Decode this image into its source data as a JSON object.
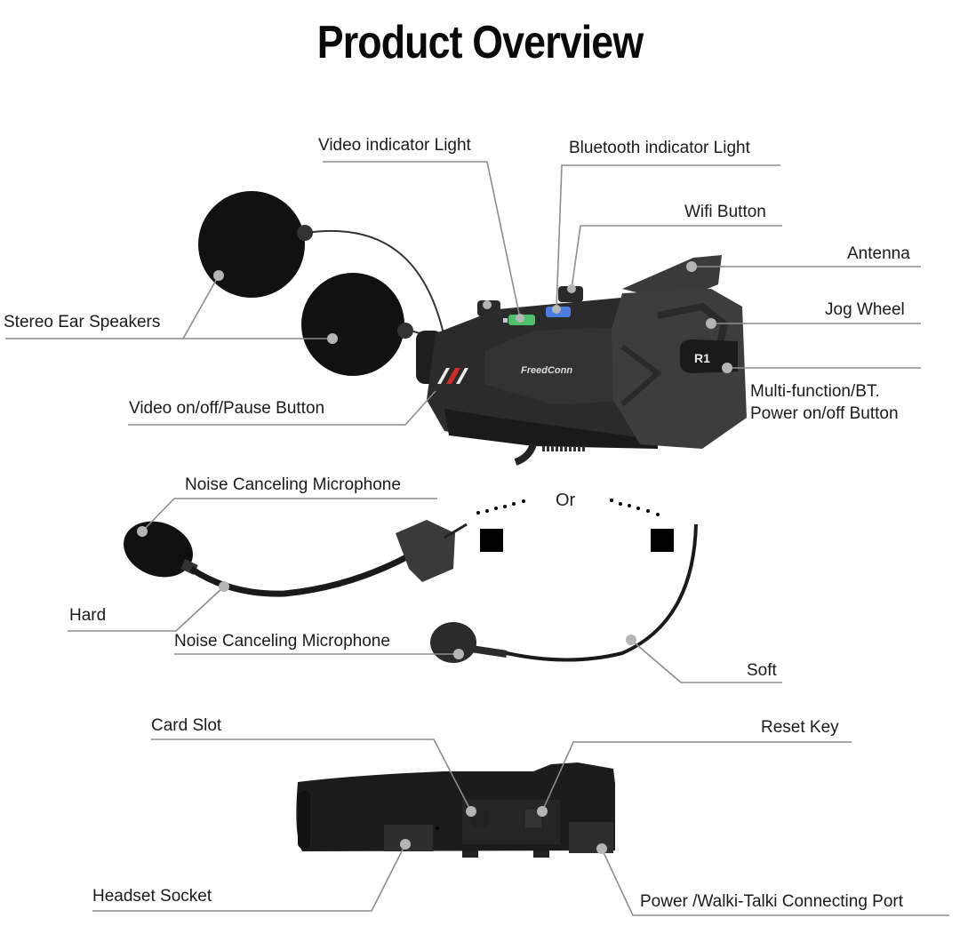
{
  "title": "Product Overview",
  "brand_logo_text": "FreedConn",
  "jog_button_text": "R1",
  "or_text": "Or",
  "labels": {
    "video_indicator_light": "Video indicator Light",
    "bluetooth_indicator_light": "Bluetooth indicator Light",
    "wifi_button": "Wifi Button",
    "antenna": "Antenna",
    "jog_wheel": "Jog Wheel",
    "multi_function_line1": "Multi-function/BT.",
    "multi_function_line2": "Power on/off Button",
    "stereo_ear_speakers": "Stereo Ear Speakers",
    "video_button": "Video on/off/Pause Button",
    "noise_mic_top": "Noise Canceling Microphone",
    "hard": "Hard",
    "noise_mic_bottom": "Noise Canceling Microphone",
    "soft": "Soft",
    "card_slot": "Card Slot",
    "reset_key": "Reset Key",
    "headset_socket": "Headset Socket",
    "power_port": "Power /Walki-Talki Connecting Port"
  },
  "colors": {
    "device_body": "#2b2b2b",
    "leader_line": "#8c8c8c",
    "callout_dot": "#b5b5b5",
    "video_led": "#4cc36a",
    "bt_led": "#4a7de0",
    "stripe_red": "#d42a2a"
  }
}
